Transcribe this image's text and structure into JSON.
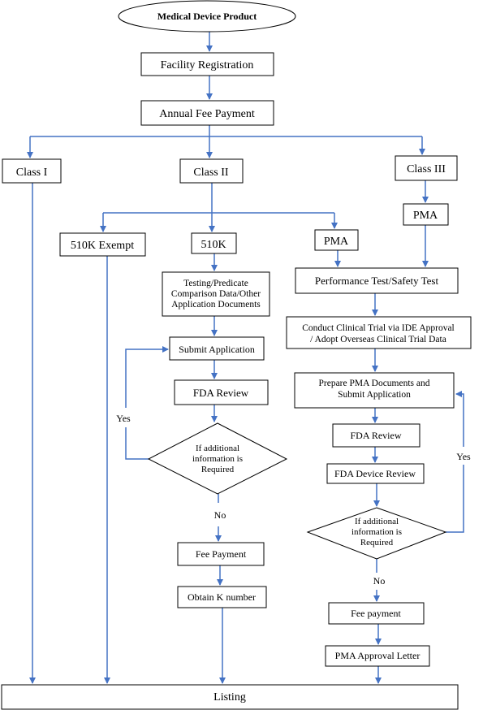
{
  "nodes": {
    "start": "Medical Device Product",
    "facility": "Facility Registration",
    "annual_fee": "Annual Fee Payment",
    "class1": "Class I",
    "class2": "Class II",
    "class3": "Class III",
    "exempt": "510K Exempt",
    "k510": "510K",
    "pma_mid": "PMA",
    "pma_right": "PMA",
    "testing": [
      "Testing/Predicate",
      "Comparison Data/Other",
      "Application Documents"
    ],
    "perf": "Performance Test/Safety Test",
    "submit": "Submit Application",
    "clinical": [
      "Conduct Clinical Trial via IDE Approval",
      "/ Adopt Overseas Clinical Trial Data"
    ],
    "fda_review_left": "FDA Review",
    "prepare": [
      "Prepare PMA Documents and",
      "Submit Application"
    ],
    "fda_review_right": "FDA Review",
    "fda_device": "FDA Device Review",
    "decision_left": [
      "If additional",
      "information is",
      "Required"
    ],
    "decision_right": [
      "If additional",
      "information is",
      "Required"
    ],
    "fee_left": "Fee Payment",
    "fee_right": "Fee payment",
    "obtain_k": "Obtain K number",
    "pma_letter": "PMA Approval Letter",
    "listing": "Listing"
  },
  "edge_labels": {
    "yes_left": "Yes",
    "no_left": "No",
    "yes_right": "Yes",
    "no_right": "No"
  },
  "colors": {
    "connector": "#4472C4",
    "border": "#000000"
  }
}
